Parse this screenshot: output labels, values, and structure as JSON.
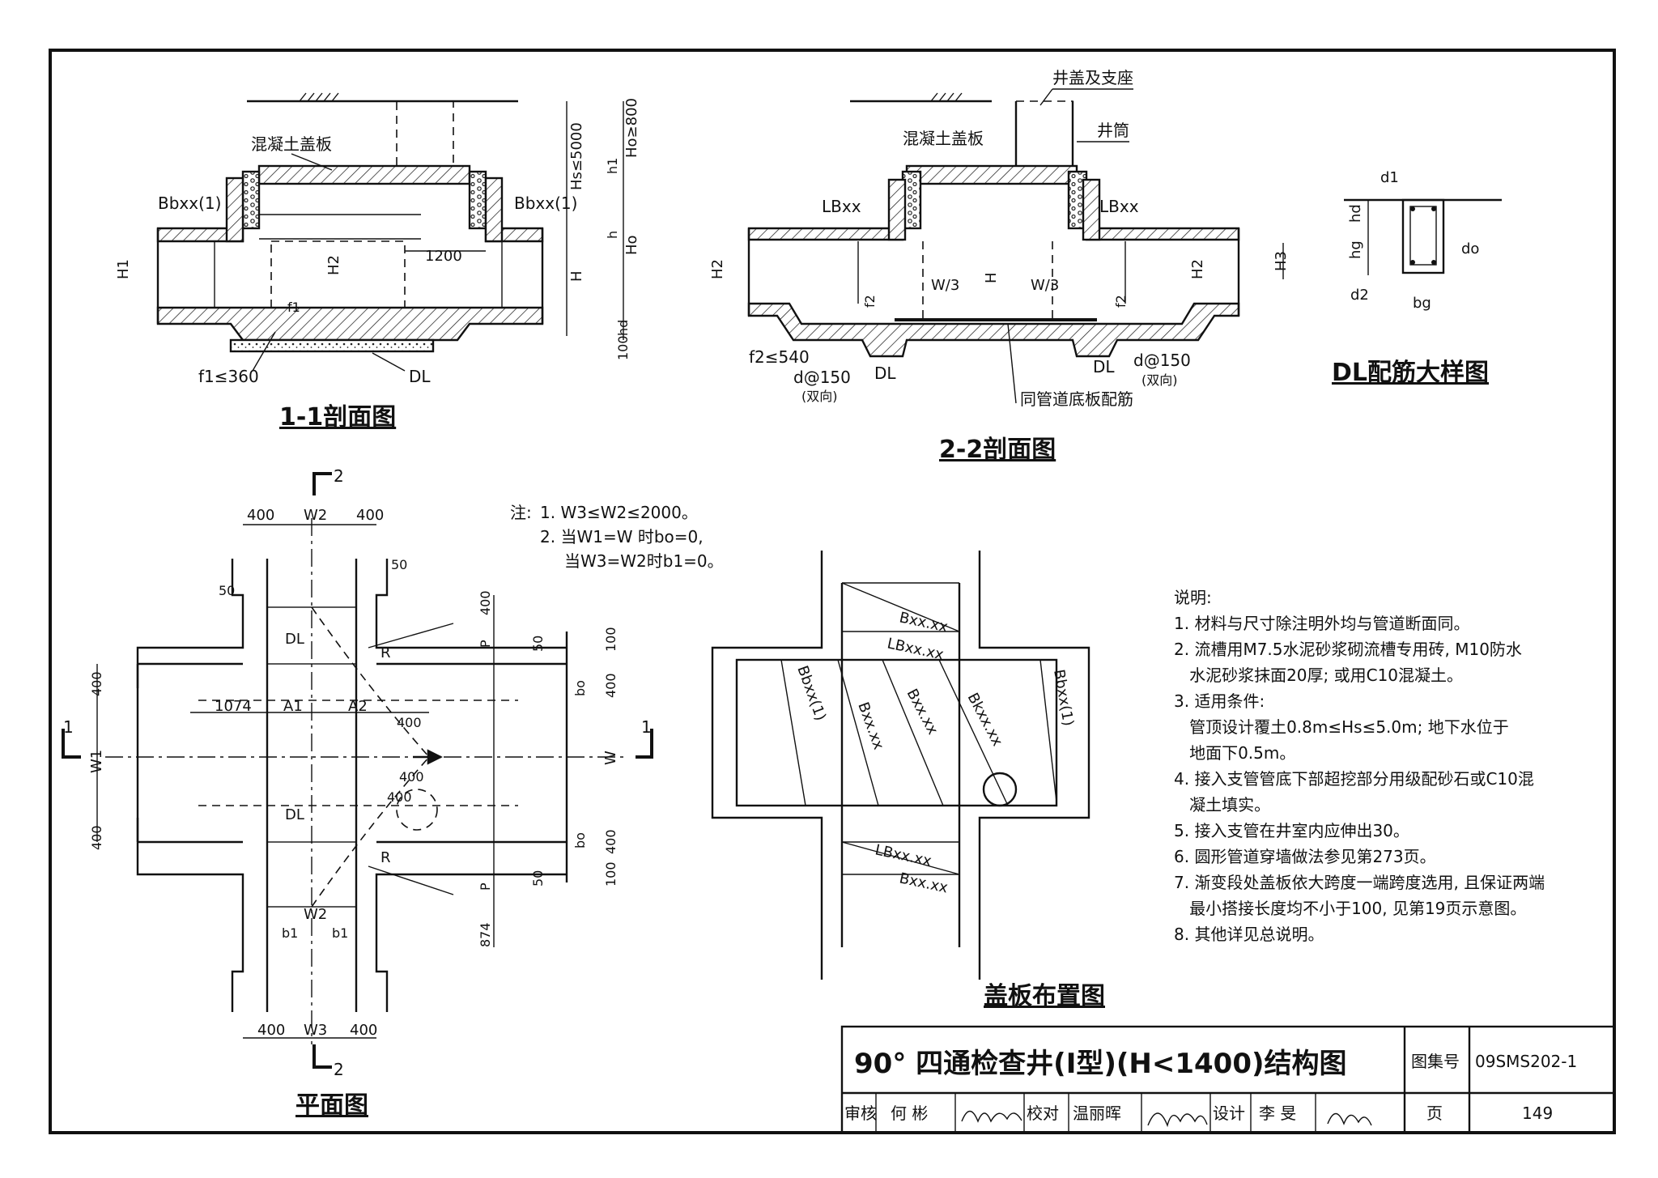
{
  "sections": {
    "s11": {
      "title": "1-1剖面图",
      "cover": "混凝土盖板",
      "beam_left": "Bbxx(1)",
      "beam_right": "Bbxx(1)",
      "dims": [
        "H1",
        "H2",
        "1200",
        "H",
        "Hs≤5000",
        "Ho≥800",
        "h1",
        "h",
        "Ho",
        "hd",
        "100"
      ],
      "f1": "f1",
      "f1_limit": "f1≤360",
      "dl": "DL"
    },
    "s22": {
      "title": "2-2剖面图",
      "cover": "混凝土盖板",
      "cover_seat": "井盖及支座",
      "shaft": "井筒",
      "beam_left": "LBxx",
      "beam_right": "LBxx",
      "dims": [
        "H2",
        "W/3",
        "H",
        "W/3",
        "H2",
        "H3",
        "f2",
        "f2"
      ],
      "f2_limit": "f2≤540",
      "rebar_left": "d@150",
      "rebar_right": "d@150",
      "two_way": "(双向)",
      "dl_left": "DL",
      "dl_right": "DL",
      "same_as_pipe": "同管道底板配筋"
    },
    "detail": {
      "title": "DL配筋大样图",
      "labels": [
        "d1",
        "hd",
        "hg",
        "do",
        "d2",
        "bg"
      ]
    }
  },
  "plan": {
    "title": "平面图",
    "cut_top": "2",
    "cut_bottom": "2",
    "cut_left": "1",
    "cut_right": "1",
    "dims_top": [
      "400",
      "W2",
      "400"
    ],
    "dims_bottom": [
      "400",
      "W3",
      "400"
    ],
    "labels": [
      "50",
      "50",
      "400",
      "P",
      "50",
      "100",
      "DL",
      "R",
      "bo",
      "400",
      "1074",
      "A1",
      "A2",
      "400",
      "W1",
      "W",
      "400",
      "DL",
      "R",
      "400",
      "bo",
      "400",
      "100",
      "P",
      "50",
      "W2",
      "b1",
      "b1",
      "874",
      "400",
      "400"
    ]
  },
  "notes": {
    "head": "注:",
    "items": [
      "1. W3≤W2≤2000。",
      "2. 当W1=W 时bo=0,",
      "当W3=W2时b1=0。"
    ]
  },
  "cover_layout": {
    "title": "盖板布置图",
    "labels": [
      "Bxx.xx",
      "LBxx.xx",
      "Bbxx(1)",
      "Bxx.xx",
      "Bxx.xx",
      "Bkxx.xx",
      "Bbxx(1)",
      "LBxx.xx",
      "Bxx.xx"
    ]
  },
  "explain": {
    "head": "说明:",
    "lines": [
      "1. 材料与尺寸除注明外均与管道断面同。",
      "2. 流槽用M7.5水泥砂浆砌流槽专用砖, M10防水",
      "   水泥砂浆抹面20厚; 或用C10混凝土。",
      "3. 适用条件:",
      "   管顶设计覆土0.8m≤Hs≤5.0m; 地下水位于",
      "   地面下0.5m。",
      "4. 接入支管管底下部超挖部分用级配砂石或C10混",
      "   凝土填实。",
      "5. 接入支管在井室内应伸出30。",
      "6. 圆形管道穿墙做法参见第273页。",
      "7. 渐变段处盖板依大跨度一端跨度选用, 且保证两端",
      "   最小搭接长度均不小于100, 见第19页示意图。",
      "8. 其他详见总说明。"
    ]
  },
  "title_block": {
    "title": "90° 四通检查井(Ⅰ型)(H<1400)结构图",
    "atlas_label": "图集号",
    "atlas_no": "09SMS202-1",
    "review_label": "审核",
    "reviewer": "何 彬",
    "check_label": "校对",
    "checker": "温丽晖",
    "design_label": "设计",
    "designer": "李 旻",
    "page_label": "页",
    "page_no": "149"
  }
}
